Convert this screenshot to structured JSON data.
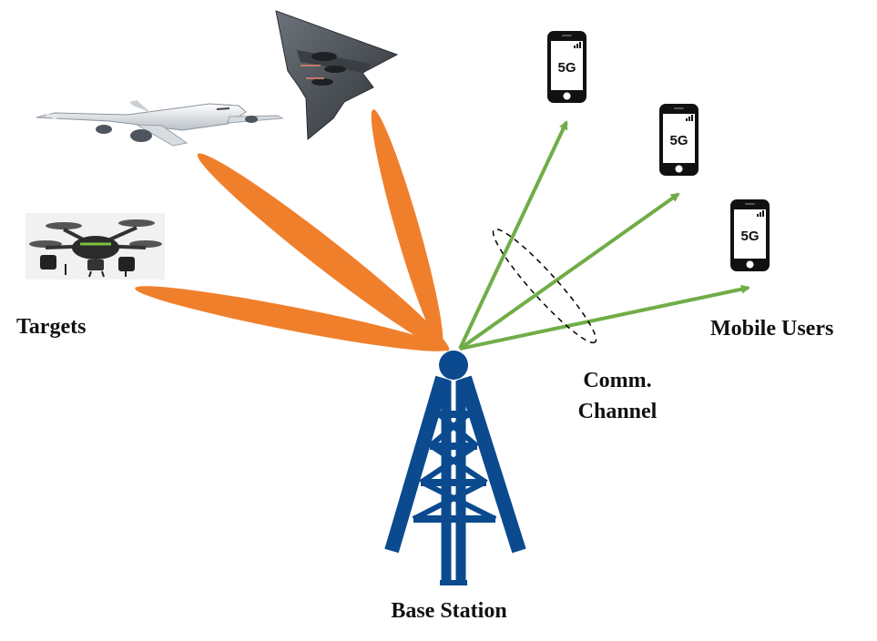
{
  "labels": {
    "targets": "Targets",
    "mobile_users": "Mobile Users",
    "comm_line1": "Comm.",
    "comm_line2": "Channel",
    "base_station": "Base Station"
  },
  "phone": {
    "badge": "5G"
  },
  "colors": {
    "beam": "#F07F2C",
    "link": "#70AD47",
    "tower": "#0B4A8F",
    "phone_body": "#111111",
    "phone_screen": "#FFFFFF",
    "text": "#111111"
  },
  "icons": {
    "drone": "drone-icon",
    "airliner": "airliner-icon",
    "stealth_bomber": "stealth-bomber-icon",
    "phone": "smartphone-icon",
    "tower": "radio-tower-icon"
  }
}
